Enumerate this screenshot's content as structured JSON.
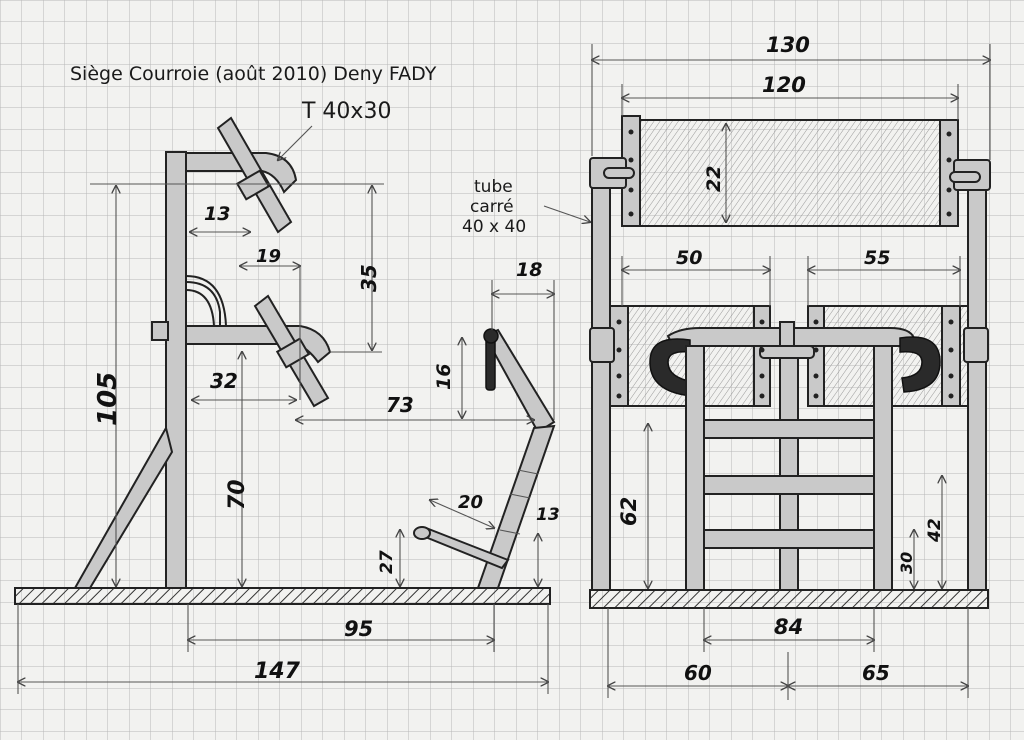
{
  "title": "Siège Courroie (août 2010) Deny FADY",
  "labels": {
    "tube_profile": "T 40x30",
    "tube_line1": "tube",
    "tube_line2": "carré",
    "tube_line3": "40 x 40"
  },
  "dimensions": {
    "d130": "130",
    "d120": "120",
    "d22": "22",
    "d50": "50",
    "d55": "55",
    "d13a": "13",
    "d19": "19",
    "d35": "35",
    "d18": "18",
    "d16": "16",
    "d105": "105",
    "d32": "32",
    "d73": "73",
    "d70": "70",
    "d20": "20",
    "d13b": "13",
    "d27": "27",
    "d95": "95",
    "d147": "147",
    "d62": "62",
    "d84": "84",
    "d30": "30",
    "d42": "42",
    "d60": "60",
    "d65": "65"
  },
  "colors": {
    "paper": "#f2f2f0",
    "grid": "#b8b8b8",
    "ink": "#222222",
    "shade": "#c9c9c9"
  }
}
